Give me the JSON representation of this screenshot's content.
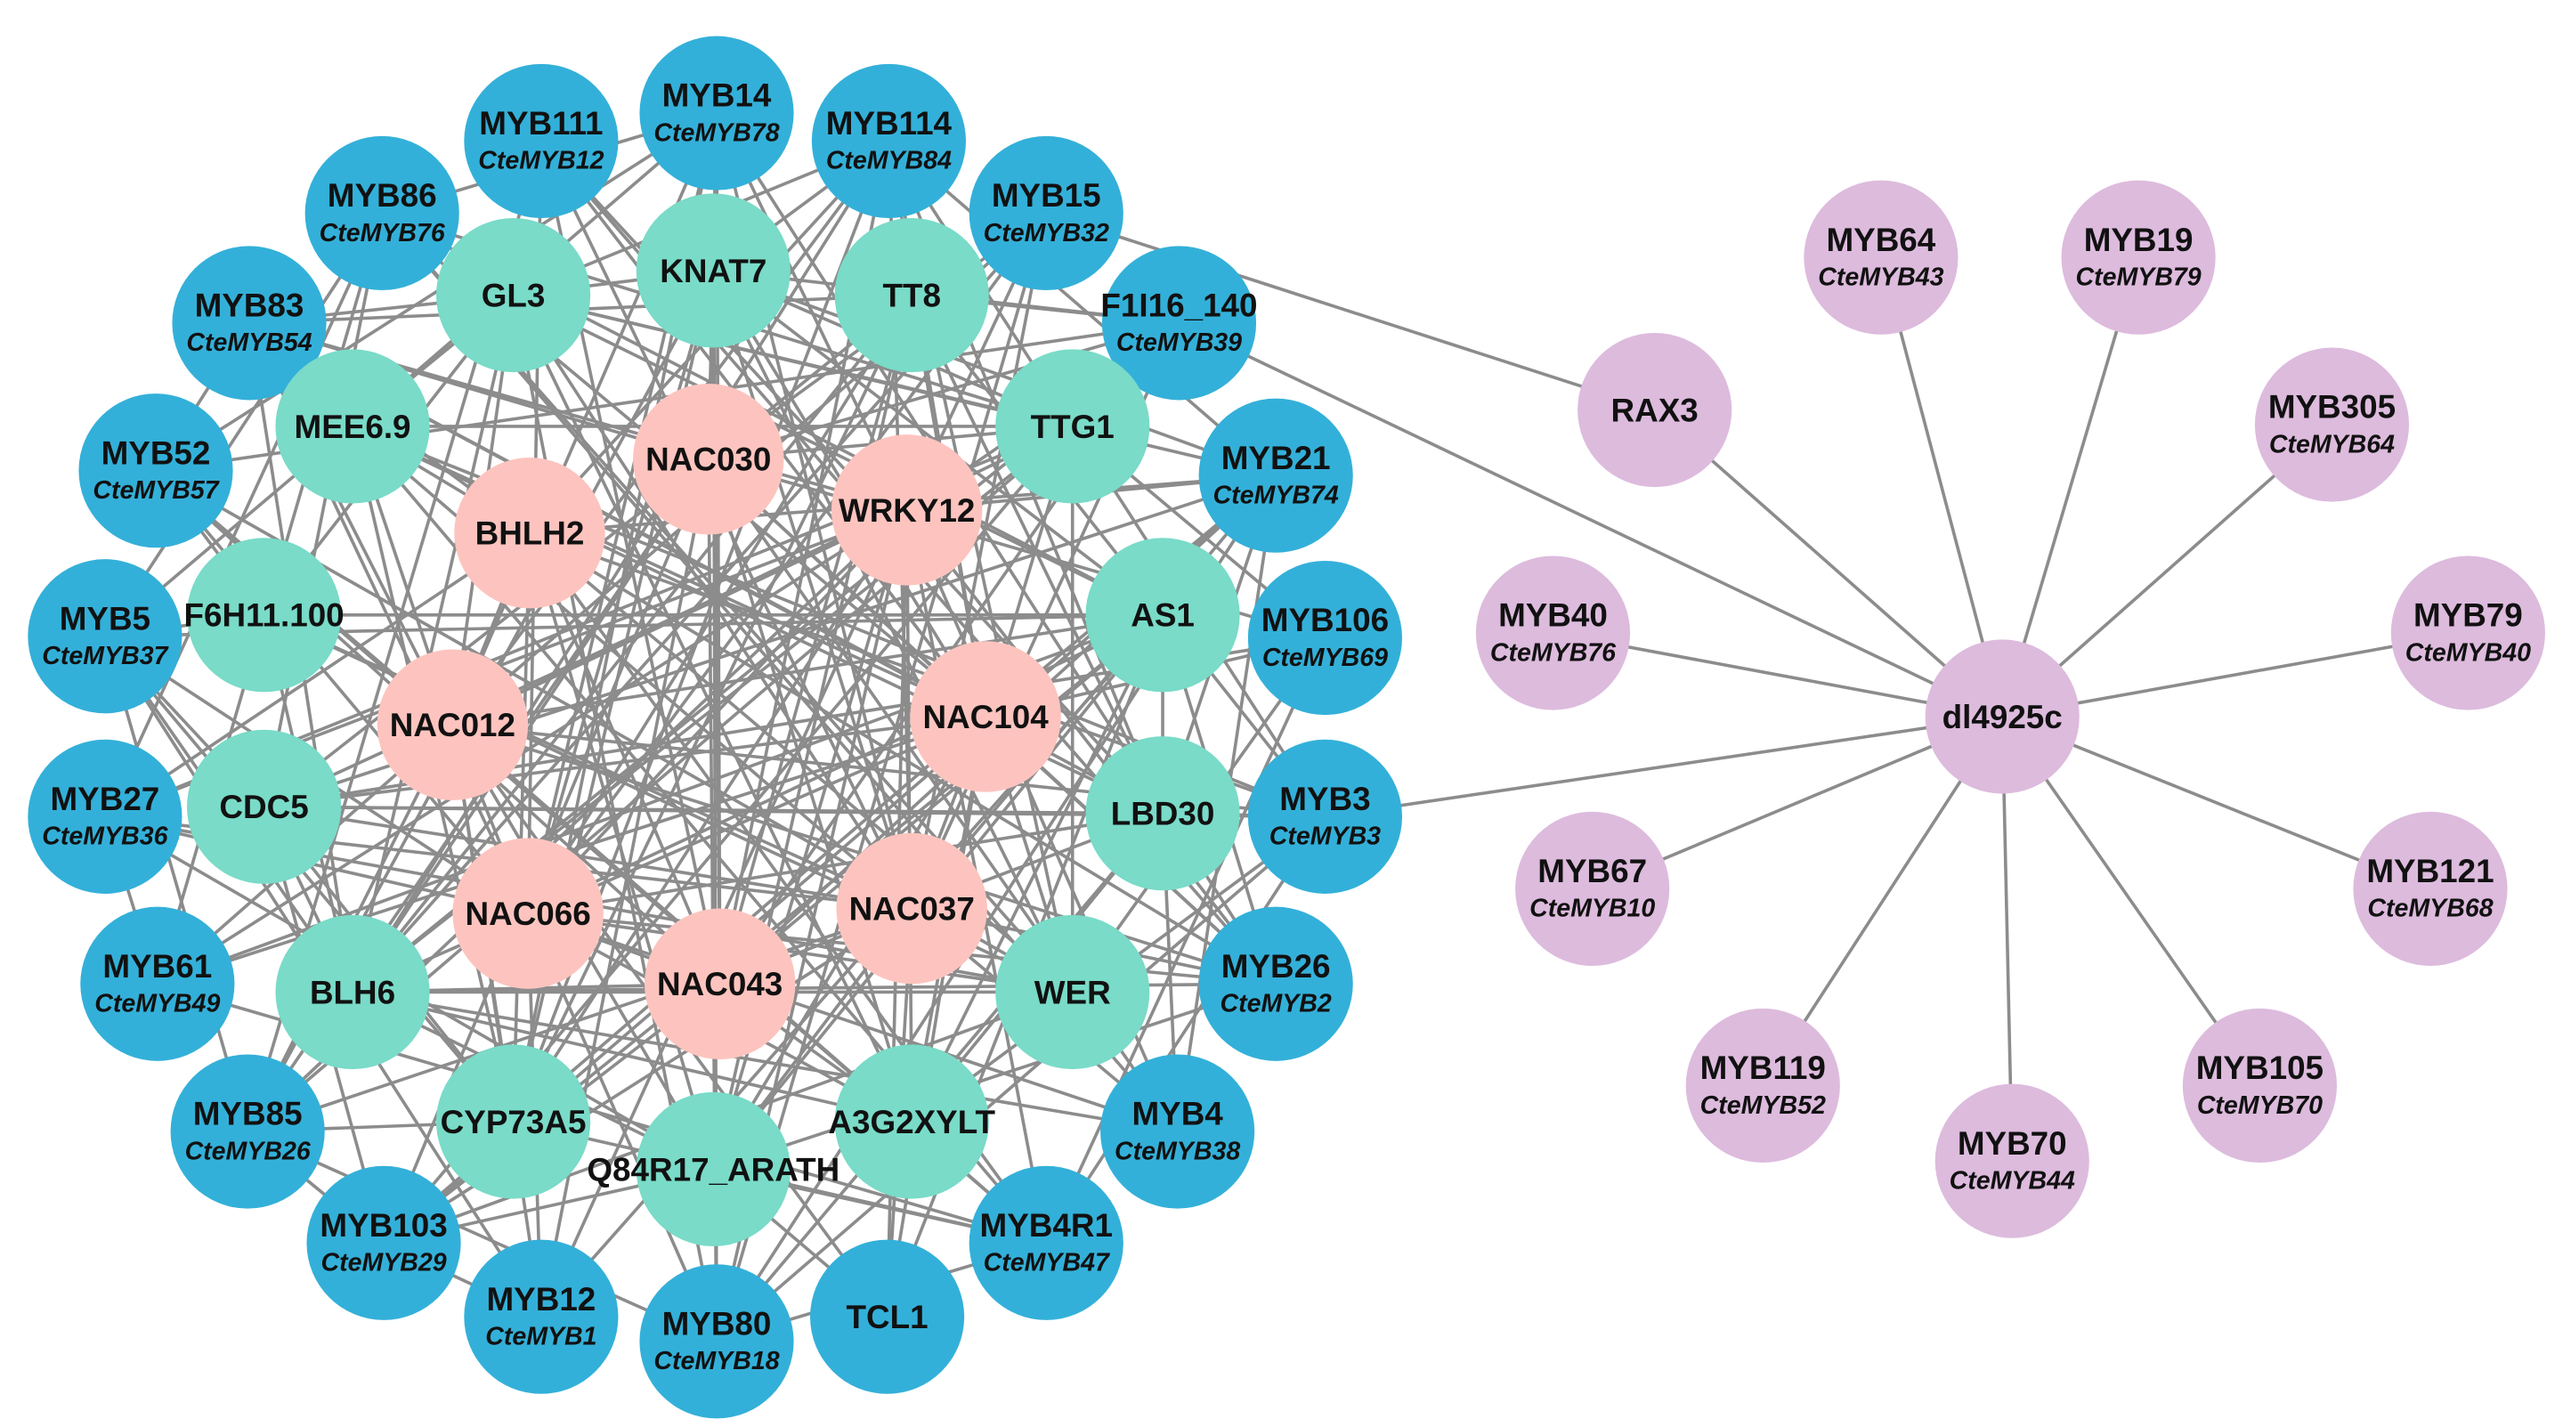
{
  "colors": {
    "blue": "#33b0d9",
    "teal": "#79dbc8",
    "pink": "#fdc4bf",
    "purple": "#ddbbdd",
    "edge": "#8c8c8c"
  },
  "nodes": [
    {
      "id": "MYB14",
      "label": "MYB14",
      "sub": "CteMYB78",
      "group": "blue"
    },
    {
      "id": "MYB111",
      "label": "MYB111",
      "sub": "CteMYB12",
      "group": "blue"
    },
    {
      "id": "MYB114",
      "label": "MYB114",
      "sub": "CteMYB84",
      "group": "blue"
    },
    {
      "id": "MYB86",
      "label": "MYB86",
      "sub": "CteMYB76",
      "group": "blue"
    },
    {
      "id": "MYB15",
      "label": "MYB15",
      "sub": "CteMYB32",
      "group": "blue"
    },
    {
      "id": "MYB83",
      "label": "MYB83",
      "sub": "CteMYB54",
      "group": "blue"
    },
    {
      "id": "F1I16_140",
      "label": "F1I16_140",
      "sub": "CteMYB39",
      "group": "blue"
    },
    {
      "id": "MYB52",
      "label": "MYB52",
      "sub": "CteMYB57",
      "group": "blue"
    },
    {
      "id": "MYB21",
      "label": "MYB21",
      "sub": "CteMYB74",
      "group": "blue"
    },
    {
      "id": "MYB5",
      "label": "MYB5",
      "sub": "CteMYB37",
      "group": "blue"
    },
    {
      "id": "MYB106",
      "label": "MYB106",
      "sub": "CteMYB69",
      "group": "blue"
    },
    {
      "id": "MYB27",
      "label": "MYB27",
      "sub": "CteMYB36",
      "group": "blue"
    },
    {
      "id": "MYB3",
      "label": "MYB3",
      "sub": "CteMYB3",
      "group": "blue"
    },
    {
      "id": "MYB61",
      "label": "MYB61",
      "sub": "CteMYB49",
      "group": "blue"
    },
    {
      "id": "MYB26",
      "label": "MYB26",
      "sub": "CteMYB2",
      "group": "blue"
    },
    {
      "id": "MYB85",
      "label": "MYB85",
      "sub": "CteMYB26",
      "group": "blue"
    },
    {
      "id": "MYB4",
      "label": "MYB4",
      "sub": "CteMYB38",
      "group": "blue"
    },
    {
      "id": "MYB103",
      "label": "MYB103",
      "sub": "CteMYB29",
      "group": "blue"
    },
    {
      "id": "MYB4R1",
      "label": "MYB4R1",
      "sub": "CteMYB47",
      "group": "blue"
    },
    {
      "id": "MYB12",
      "label": "MYB12",
      "sub": "CteMYB1",
      "group": "blue"
    },
    {
      "id": "MYB80",
      "label": "MYB80",
      "sub": "CteMYB18",
      "group": "blue"
    },
    {
      "id": "TCL1",
      "label": "TCL1",
      "sub": "",
      "group": "blue"
    },
    {
      "id": "KNAT7",
      "label": "KNAT7",
      "sub": "",
      "group": "teal"
    },
    {
      "id": "GL3",
      "label": "GL3",
      "sub": "",
      "group": "teal"
    },
    {
      "id": "TT8",
      "label": "TT8",
      "sub": "",
      "group": "teal"
    },
    {
      "id": "MEE6.9",
      "label": "MEE6.9",
      "sub": "",
      "group": "teal"
    },
    {
      "id": "TTG1",
      "label": "TTG1",
      "sub": "",
      "group": "teal"
    },
    {
      "id": "F6H11.100",
      "label": "F6H11.100",
      "sub": "",
      "group": "teal"
    },
    {
      "id": "AS1",
      "label": "AS1",
      "sub": "",
      "group": "teal"
    },
    {
      "id": "CDC5",
      "label": "CDC5",
      "sub": "",
      "group": "teal"
    },
    {
      "id": "LBD30",
      "label": "LBD30",
      "sub": "",
      "group": "teal"
    },
    {
      "id": "BLH6",
      "label": "BLH6",
      "sub": "",
      "group": "teal"
    },
    {
      "id": "WER",
      "label": "WER",
      "sub": "",
      "group": "teal"
    },
    {
      "id": "CYP73A5",
      "label": "CYP73A5",
      "sub": "",
      "group": "teal"
    },
    {
      "id": "A3G2XYLT",
      "label": "A3G2XYLT",
      "sub": "",
      "group": "teal"
    },
    {
      "id": "Q84R17_ARATH",
      "label": "Q84R17_ARATH",
      "sub": "",
      "group": "teal"
    },
    {
      "id": "NAC030",
      "label": "NAC030",
      "sub": "",
      "group": "pink"
    },
    {
      "id": "BHLH2",
      "label": "BHLH2",
      "sub": "",
      "group": "pink"
    },
    {
      "id": "WRKY12",
      "label": "WRKY12",
      "sub": "",
      "group": "pink"
    },
    {
      "id": "NAC012",
      "label": "NAC012",
      "sub": "",
      "group": "pink"
    },
    {
      "id": "NAC104",
      "label": "NAC104",
      "sub": "",
      "group": "pink"
    },
    {
      "id": "NAC066",
      "label": "NAC066",
      "sub": "",
      "group": "pink"
    },
    {
      "id": "NAC037",
      "label": "NAC037",
      "sub": "",
      "group": "pink"
    },
    {
      "id": "NAC043",
      "label": "NAC043",
      "sub": "",
      "group": "pink"
    },
    {
      "id": "RAX3",
      "label": "RAX3",
      "sub": "",
      "group": "purple"
    },
    {
      "id": "dl4925c",
      "label": "dl4925c",
      "sub": "",
      "group": "purple"
    },
    {
      "id": "MYB64",
      "label": "MYB64",
      "sub": "CteMYB43",
      "group": "purple"
    },
    {
      "id": "MYB19",
      "label": "MYB19",
      "sub": "CteMYB79",
      "group": "purple"
    },
    {
      "id": "MYB305",
      "label": "MYB305",
      "sub": "CteMYB64",
      "group": "purple"
    },
    {
      "id": "MYB40",
      "label": "MYB40",
      "sub": "CteMYB76",
      "group": "purple"
    },
    {
      "id": "MYB79",
      "label": "MYB79",
      "sub": "CteMYB40",
      "group": "purple"
    },
    {
      "id": "MYB67",
      "label": "MYB67",
      "sub": "CteMYB10",
      "group": "purple"
    },
    {
      "id": "MYB121",
      "label": "MYB121",
      "sub": "CteMYB68",
      "group": "purple"
    },
    {
      "id": "MYB119",
      "label": "MYB119",
      "sub": "CteMYB52",
      "group": "purple"
    },
    {
      "id": "MYB105",
      "label": "MYB105",
      "sub": "CteMYB70",
      "group": "purple"
    },
    {
      "id": "MYB70",
      "label": "MYB70",
      "sub": "CteMYB44",
      "group": "purple"
    }
  ],
  "edges": [
    [
      "RAX3",
      "dl4925c"
    ],
    [
      "MYB64",
      "dl4925c"
    ],
    [
      "MYB19",
      "dl4925c"
    ],
    [
      "MYB305",
      "dl4925c"
    ],
    [
      "MYB40",
      "dl4925c"
    ],
    [
      "MYB79",
      "dl4925c"
    ],
    [
      "MYB67",
      "dl4925c"
    ],
    [
      "MYB121",
      "dl4925c"
    ],
    [
      "MYB119",
      "dl4925c"
    ],
    [
      "MYB70",
      "dl4925c"
    ],
    [
      "MYB105",
      "dl4925c"
    ],
    [
      "MYB3",
      "dl4925c"
    ],
    [
      "F1I16_140",
      "dl4925c"
    ],
    [
      "MYB15",
      "RAX3"
    ]
  ],
  "dense_cluster": [
    "MYB14",
    "MYB111",
    "MYB114",
    "MYB86",
    "MYB15",
    "MYB83",
    "F1I16_140",
    "MYB52",
    "MYB21",
    "MYB5",
    "MYB106",
    "MYB27",
    "MYB3",
    "MYB61",
    "MYB26",
    "MYB85",
    "MYB4",
    "MYB103",
    "MYB4R1",
    "MYB12",
    "MYB80",
    "TCL1",
    "KNAT7",
    "GL3",
    "TT8",
    "MEE6.9",
    "TTG1",
    "F6H11.100",
    "AS1",
    "CDC5",
    "LBD30",
    "BLH6",
    "WER",
    "CYP73A5",
    "A3G2XYLT",
    "Q84R17_ARATH",
    "NAC030",
    "BHLH2",
    "WRKY12",
    "NAC012",
    "NAC104",
    "NAC066",
    "NAC037",
    "NAC043"
  ]
}
